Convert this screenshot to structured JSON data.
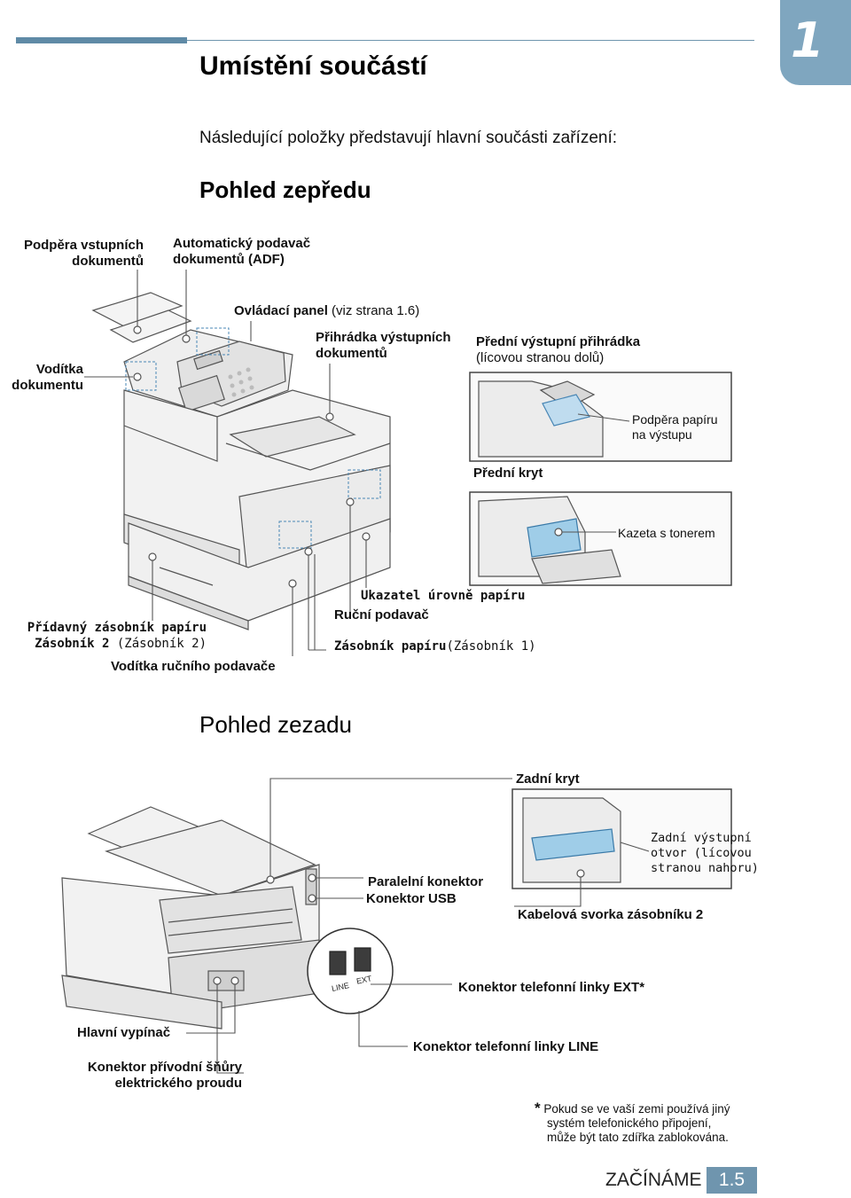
{
  "chapter_number": "1",
  "title": "Umístění součástí",
  "intro": "Následující položky představují hlavní součásti zařízení:",
  "front_view": {
    "heading": "Pohled zepředu",
    "labels": {
      "input_support_1": "Podpěra vstupních",
      "input_support_2": "dokumentů",
      "adf_1": "Automatický podavač",
      "adf_2": "dokumentů (ADF)",
      "control_panel": "Ovládací panel",
      "control_panel_ref": " (viz strana 1.6)",
      "doc_guide_1": "Vodítka",
      "doc_guide_2": "dokumentu",
      "doc_output_1": "Přihrádka výstupních",
      "doc_output_2": "dokumentů",
      "front_output_1": "Přední výstupní přihrádka",
      "front_output_2": "(lícovou stranou dolů)",
      "output_support_1": "Podpěra papíru",
      "output_support_2": "na výstupu",
      "front_cover": "Přední kryt",
      "toner": "Kazeta s tonerem",
      "optional_tray": "Přídavný zásobník papíru",
      "tray2_bold": "Zásobník 2",
      "tray2_normal": " (Zásobník 2)",
      "manual_guides": "Vodítka ručního podavače",
      "paper_level": "Ukazatel úrovně papíru",
      "manual_feeder": "Ruční podavač",
      "tray1_bold": "Zásobník papíru",
      "tray1_normal": "(Zásobník 1)"
    }
  },
  "rear_view": {
    "heading": "Pohled zezadu",
    "labels": {
      "rear_cover": "Zadní kryt",
      "rear_output_1": "Zadní výstupní",
      "rear_output_2": "otvor (lícovou",
      "rear_output_3": "stranou nahoru)",
      "parallel": "Paralelní konektor",
      "usb": "Konektor USB",
      "cable_clamp": "Kabelová svorka zásobníku 2",
      "ext": "Konektor telefonní linky EXT",
      "ext_star": "*",
      "power_switch": "Hlavní vypínač",
      "power_cord_1": "Konektor přívodní šňůry",
      "power_cord_2": "elektrického proudu",
      "line": "Konektor telefonní linky LINE",
      "jack_line": "LINE",
      "jack_ext": "EXT"
    }
  },
  "note": {
    "star": "*",
    "line1": "Pokud se ve vaší zemi používá jiný",
    "line2": "systém telefonického připojení,",
    "line3": "může být tato zdířka zablokována."
  },
  "footer": {
    "section": "ZAČÍNÁME",
    "page": "1.5"
  }
}
